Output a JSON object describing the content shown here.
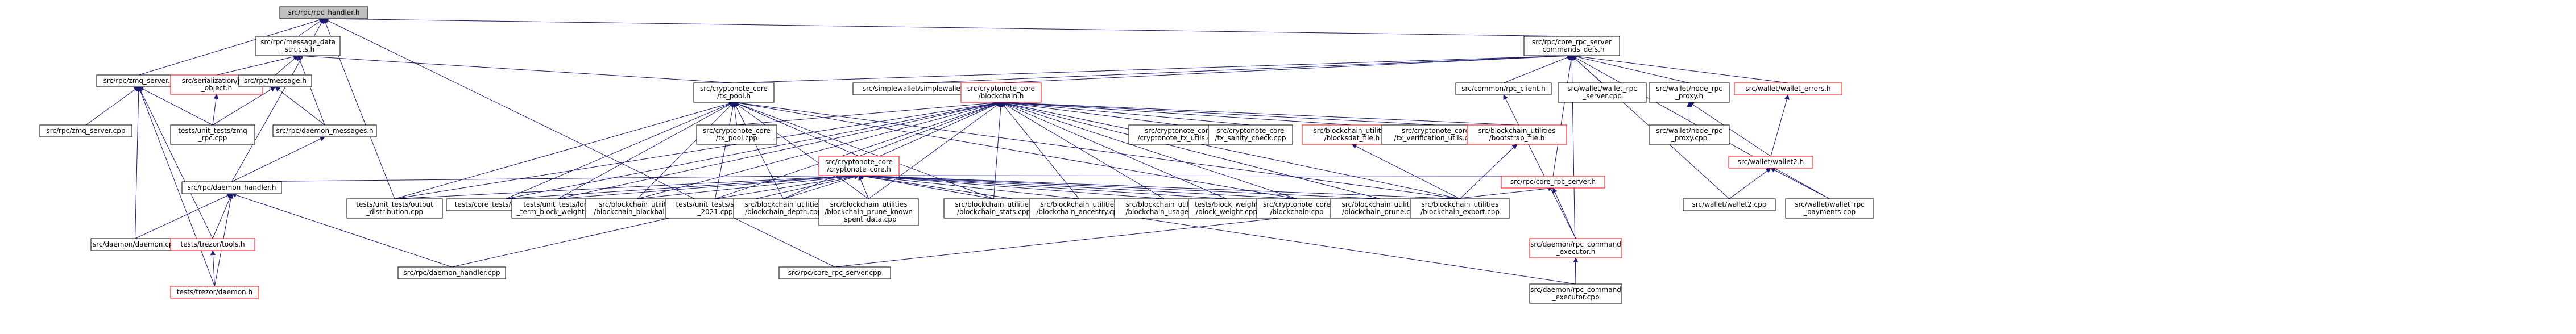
{
  "colors": {
    "edge": "#191970",
    "node_border_black": "#000000",
    "node_border_red": "#ff0000",
    "root_fill": "#bfbfbf"
  },
  "nodes": [
    {
      "id": "rpc_handler",
      "lines": [
        "src/rpc/rpc_handler.h"
      ],
      "root": true
    },
    {
      "id": "core_rpc_server_commands_defs",
      "lines": [
        "src/rpc/core_rpc_server",
        "_commands_defs.h"
      ]
    },
    {
      "id": "message_data_structs",
      "lines": [
        "src/rpc/message_data",
        "_structs.h"
      ]
    },
    {
      "id": "zmq_server_h",
      "lines": [
        "src/rpc/zmq_server.h"
      ]
    },
    {
      "id": "json_object",
      "lines": [
        "src/serialization/json",
        "_object.h"
      ],
      "red": true
    },
    {
      "id": "message_h",
      "lines": [
        "src/rpc/message.h"
      ]
    },
    {
      "id": "cryptonote_tx_pool",
      "lines": [
        "src/cryptonote_core",
        "/tx_pool.h"
      ]
    },
    {
      "id": "simplewallet",
      "lines": [
        "src/simplewallet/simplewallet.cpp"
      ]
    },
    {
      "id": "blockchain_h",
      "lines": [
        "src/cryptonote_core",
        "/blockchain.h"
      ],
      "red": true
    },
    {
      "id": "common_rpc_client",
      "lines": [
        "src/common/rpc_client.h"
      ]
    },
    {
      "id": "wallet_rpc_server",
      "lines": [
        "src/wallet/wallet_rpc",
        "_server.cpp"
      ]
    },
    {
      "id": "node_rpc_proxy_h",
      "lines": [
        "src/wallet/node_rpc",
        "_proxy.h"
      ]
    },
    {
      "id": "wallet_errors",
      "lines": [
        "src/wallet/wallet_errors.h"
      ],
      "red": true
    },
    {
      "id": "zmq_server_cpp",
      "lines": [
        "src/rpc/zmq_server.cpp"
      ]
    },
    {
      "id": "test_zmq_rpc",
      "lines": [
        "tests/unit_tests/zmq",
        "_rpc.cpp"
      ]
    },
    {
      "id": "daemon_messages",
      "lines": [
        "src/rpc/daemon_messages.h"
      ]
    },
    {
      "id": "tx_pool_cpp",
      "lines": [
        "src/cryptonote_core",
        "/tx_pool.cpp"
      ]
    },
    {
      "id": "cryptonote_core_h",
      "lines": [
        "src/cryptonote_core",
        "/cryptonote_core.h"
      ],
      "red": true
    },
    {
      "id": "cryptonote_tx_utils",
      "lines": [
        "src/cryptonote_core",
        "/cryptonote_tx_utils.cpp"
      ]
    },
    {
      "id": "tx_sanity_check",
      "lines": [
        "src/cryptonote_core",
        "/tx_sanity_check.cpp"
      ]
    },
    {
      "id": "blocksdat_file",
      "lines": [
        "src/blockchain_utilities",
        "/blocksdat_file.h"
      ],
      "red": true
    },
    {
      "id": "tx_verification_utils",
      "lines": [
        "src/cryptonote_core",
        "/tx_verification_utils.cpp"
      ]
    },
    {
      "id": "bootstrap_file",
      "lines": [
        "src/blockchain_utilities",
        "/bootstrap_file.h"
      ],
      "red": true
    },
    {
      "id": "node_rpc_proxy_cpp",
      "lines": [
        "src/wallet/node_rpc",
        "_proxy.cpp"
      ]
    },
    {
      "id": "wallet2_h",
      "lines": [
        "src/wallet/wallet2.h"
      ],
      "red": true
    },
    {
      "id": "daemon_handler_h",
      "lines": [
        "src/rpc/daemon_handler.h"
      ]
    },
    {
      "id": "output_distribution",
      "lines": [
        "tests/unit_tests/output",
        "_distribution.cpp"
      ]
    },
    {
      "id": "chaingen",
      "lines": [
        "tests/core_tests/chaingen.cpp"
      ]
    },
    {
      "id": "long_term_block_weight",
      "lines": [
        "tests/unit_tests/long",
        "_term_block_weight.cpp"
      ]
    },
    {
      "id": "blockchain_blackball",
      "lines": [
        "src/blockchain_utilities",
        "/blockchain_blackball.cpp"
      ]
    },
    {
      "id": "scaling_2021",
      "lines": [
        "tests/unit_tests/scaling",
        "_2021.cpp"
      ]
    },
    {
      "id": "blockchain_depth",
      "lines": [
        "src/blockchain_utilities",
        "/blockchain_depth.cpp"
      ]
    },
    {
      "id": "blockchain_prune_known",
      "lines": [
        "src/blockchain_utilities",
        "/blockchain_prune_known",
        "_spent_data.cpp"
      ]
    },
    {
      "id": "blockchain_stats",
      "lines": [
        "src/blockchain_utilities",
        "/blockchain_stats.cpp"
      ]
    },
    {
      "id": "blockchain_ancestry",
      "lines": [
        "src/blockchain_utilities",
        "/blockchain_ancestry.cpp"
      ]
    },
    {
      "id": "blockchain_usage",
      "lines": [
        "src/blockchain_utilities",
        "/blockchain_usage.cpp"
      ]
    },
    {
      "id": "block_weight",
      "lines": [
        "tests/block_weight",
        "/block_weight.cpp"
      ]
    },
    {
      "id": "blockchain_cpp",
      "lines": [
        "src/cryptonote_core",
        "/blockchain.cpp"
      ]
    },
    {
      "id": "blockchain_prune",
      "lines": [
        "src/blockchain_utilities",
        "/blockchain_prune.cpp"
      ]
    },
    {
      "id": "blockchain_export",
      "lines": [
        "src/blockchain_utilities",
        "/blockchain_export.cpp"
      ]
    },
    {
      "id": "rpc_core_rpc_server_h",
      "lines": [
        "src/rpc/core_rpc_server.h"
      ],
      "red": true
    },
    {
      "id": "wallet2_cpp",
      "lines": [
        "src/wallet/wallet2.cpp"
      ]
    },
    {
      "id": "wallet_rpc_payments",
      "lines": [
        "src/wallet/wallet_rpc",
        "_payments.cpp"
      ]
    },
    {
      "id": "daemon_cpp",
      "lines": [
        "src/daemon/daemon.cpp"
      ]
    },
    {
      "id": "trezortools",
      "lines": [
        "tests/trezor/tools.h"
      ],
      "red": true
    },
    {
      "id": "daemon_handler_cpp",
      "lines": [
        "src/rpc/daemon_handler.cpp"
      ]
    },
    {
      "id": "core_rpc_server_cpp",
      "lines": [
        "src/rpc/core_rpc_server.cpp"
      ]
    },
    {
      "id": "rpc_command_executor_h",
      "lines": [
        "src/daemon/rpc_command",
        "_executor.h"
      ],
      "red": true
    },
    {
      "id": "trezordaemon",
      "lines": [
        "tests/trezor/daemon.h"
      ],
      "red": true
    },
    {
      "id": "rpc_command_executor_cpp",
      "lines": [
        "src/daemon/rpc_command",
        "_executor.cpp"
      ]
    }
  ]
}
